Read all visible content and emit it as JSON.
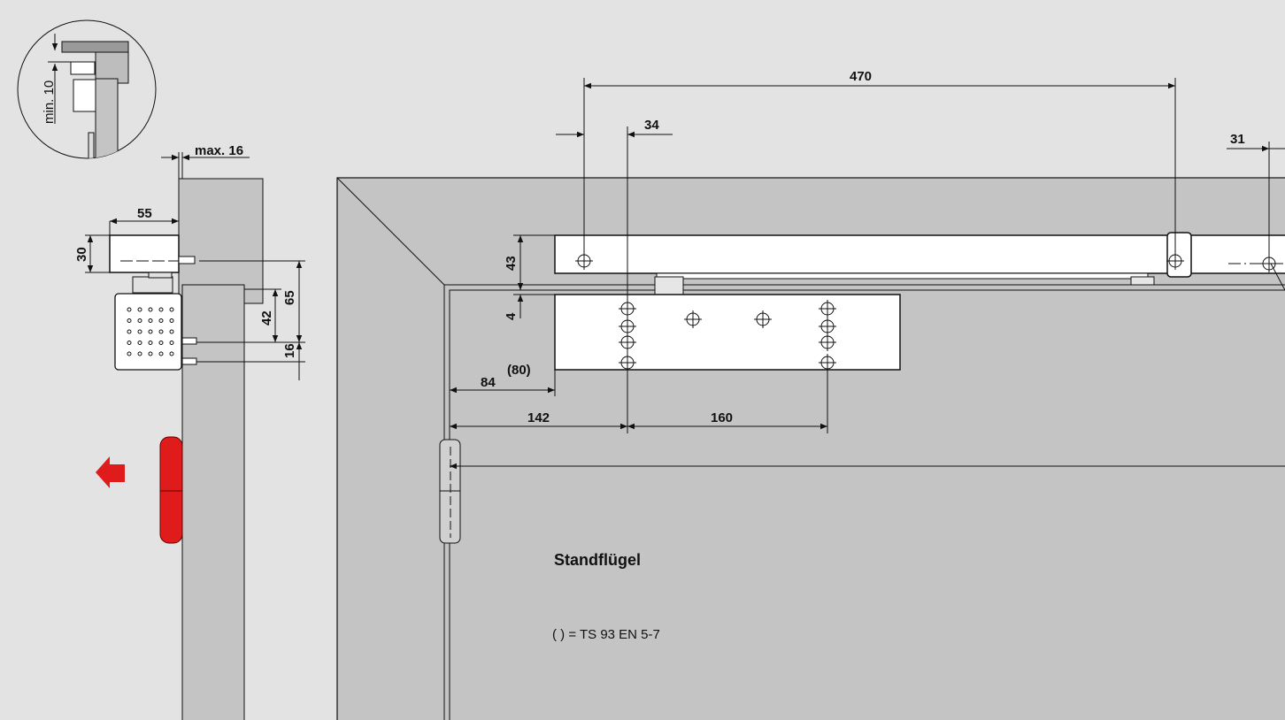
{
  "drawing": {
    "inset_label": "min. 10",
    "side_view_dims": {
      "max": "max. 16",
      "width": "55",
      "height": "30",
      "d42": "42",
      "d65": "65",
      "d16": "16"
    },
    "front_view_dims": {
      "d470": "470",
      "d34": "34",
      "d31": "31",
      "d43": "43",
      "d4": "4",
      "d84": "84",
      "d80": "(80)",
      "d142": "142",
      "d160": "160"
    },
    "leaf_label": "Standflügel",
    "footnote": "( ) = TS 93 EN 5-7",
    "colors": {
      "background": "#e3e3e3",
      "frame": "#c4c4c4",
      "hinge_red": "#e01b1b",
      "arrow_red": "#e01b1b"
    }
  }
}
